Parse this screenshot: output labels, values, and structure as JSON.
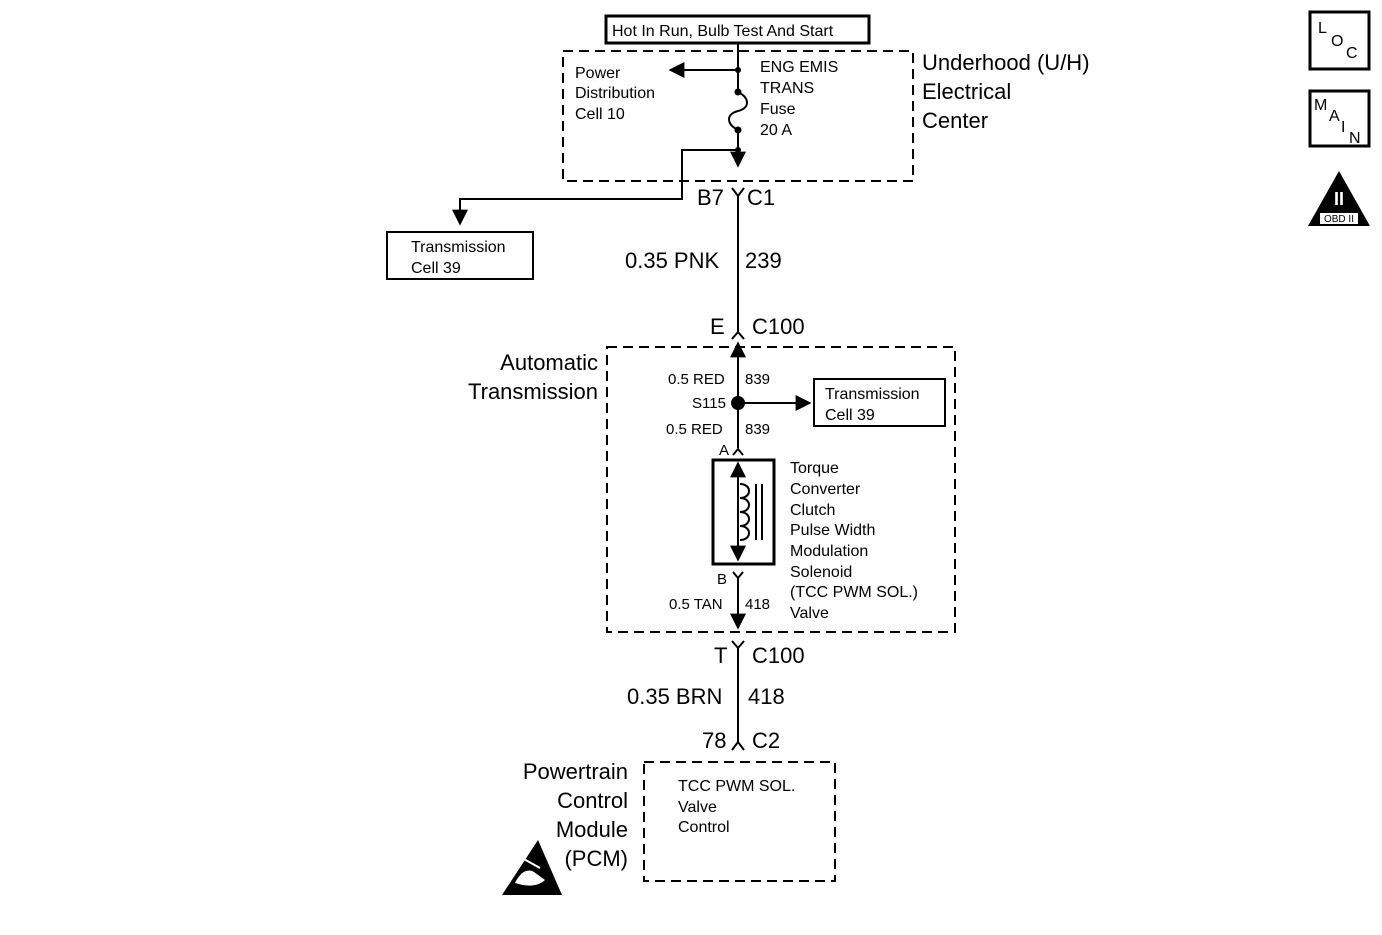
{
  "power_label": "Hot In Run, Bulb Test And Start",
  "uh": {
    "title": [
      "Underhood (U/H)",
      "Electrical",
      "Center"
    ],
    "power_dist": [
      "Power",
      "Distribution",
      "Cell 10"
    ],
    "fuse": [
      "ENG EMIS",
      "TRANS",
      "Fuse",
      "20 A"
    ]
  },
  "connectors": {
    "b7": "B7",
    "c1": "C1",
    "e": "E",
    "c100_top": "C100",
    "a": "A",
    "b": "B",
    "t": "T",
    "c100_bottom": "C100",
    "pin78": "78",
    "c2": "C2"
  },
  "wires": {
    "pnk_size_color": "0.35 PNK",
    "pnk_circuit": "239",
    "red1_size_color": "0.5 RED",
    "red1_circuit": "839",
    "red2_size_color": "0.5 RED",
    "red2_circuit": "839",
    "tan_size_color": "0.5 TAN",
    "tan_circuit": "418",
    "brn_size_color": "0.35 BRN",
    "brn_circuit": "418"
  },
  "splice": "S115",
  "trans_ref_left": [
    "Transmission",
    "Cell 39"
  ],
  "trans_ref_right": [
    "Transmission",
    "Cell 39"
  ],
  "auto_trans": [
    "Automatic",
    "Transmission"
  ],
  "solenoid": [
    "Torque",
    "Converter",
    "Clutch",
    "Pulse Width",
    "Modulation",
    "Solenoid",
    "(TCC PWM SOL.)",
    "Valve"
  ],
  "pcm": {
    "title": [
      "Powertrain",
      "Control",
      "Module",
      "(PCM)"
    ],
    "function": [
      "TCC PWM SOL.",
      "Valve",
      "Control"
    ]
  },
  "side_icons": {
    "loc": [
      "L",
      "O",
      "C"
    ],
    "main": [
      "M",
      "A",
      "I",
      "N"
    ],
    "obd_numeral": "II",
    "obd_text": "OBD II",
    "esd_icon": "esd-warning-icon"
  }
}
